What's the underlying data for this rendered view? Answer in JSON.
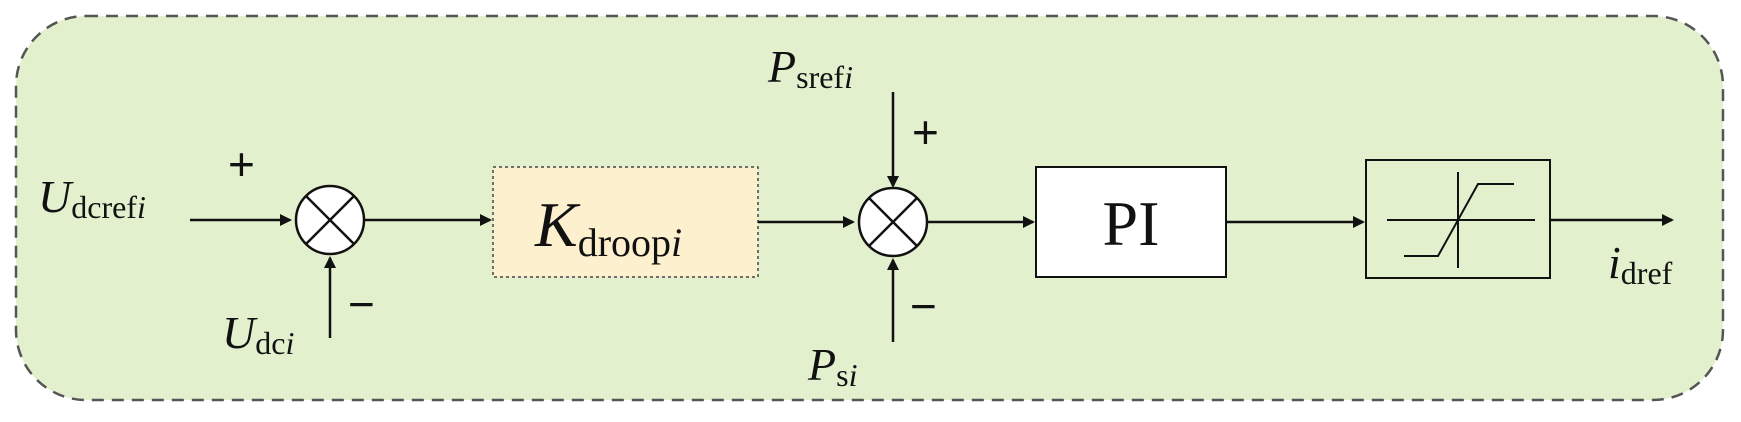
{
  "colors": {
    "panel_fill": "#e2f0cd",
    "panel_border": "#555555",
    "droop_fill": "#fdf0cf",
    "line": "#111111"
  },
  "inputs": {
    "udcref": {
      "main": "U",
      "sub": "dcref",
      "sub_italic": "i"
    },
    "udc": {
      "main": "U",
      "sub": "dc",
      "sub_italic": "i"
    },
    "psref": {
      "main": "P",
      "sub": "sref",
      "sub_italic": "i"
    },
    "ps": {
      "main": "P",
      "sub": "s",
      "sub_italic": "i"
    }
  },
  "output": {
    "main": "i",
    "sub": "dref"
  },
  "signs": {
    "sum1_top": "+",
    "sum1_bottom": "−",
    "sum2_top": "+",
    "sum2_bottom": "−"
  },
  "blocks": {
    "droop": {
      "main": "K",
      "sub": "droop",
      "sub_italic": "i"
    },
    "pi": {
      "label": "PI"
    },
    "limiter": {
      "icon": "saturation-icon"
    }
  }
}
